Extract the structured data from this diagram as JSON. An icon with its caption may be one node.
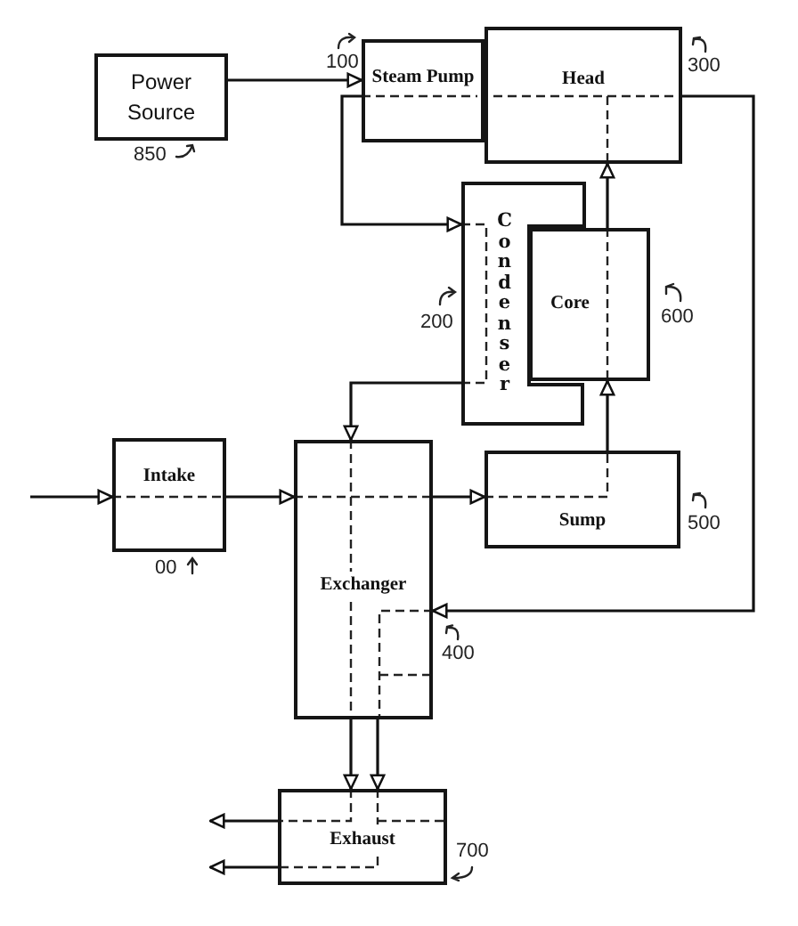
{
  "diagram": {
    "nodes": [
      {
        "text": [
          "Power Source"
        ],
        "beside": [
          "850"
        ]
      },
      {
        "text": [
          "Steam Pump"
        ],
        "beside": [
          "100"
        ]
      },
      {
        "text": [
          "Head"
        ],
        "beside": [
          "300"
        ]
      },
      {
        "text": [
          "Condenser"
        ],
        "beside": [
          "200"
        ]
      },
      {
        "text": [
          "Core"
        ],
        "beside": [
          "600"
        ]
      },
      {
        "text": [
          "Intake"
        ],
        "beside": [
          "00"
        ]
      },
      {
        "text": [
          "Exchanger"
        ],
        "beside": [
          "400"
        ]
      },
      {
        "text": [
          "Sump"
        ],
        "beside": [
          "500"
        ]
      },
      {
        "text": [
          "Exhaust"
        ],
        "beside": [
          "700"
        ]
      }
    ],
    "edges": [
      {
        "from": 0,
        "to": 1,
        "arrow": "to"
      },
      {
        "from": 1,
        "to": 3,
        "arrow": "to"
      },
      {
        "from": 2,
        "to": 6,
        "arrow": "to"
      },
      {
        "from": 4,
        "to": 2,
        "arrow": "to"
      },
      {
        "from": 7,
        "to": 4,
        "arrow": "to"
      },
      {
        "from": 3,
        "to": 6,
        "arrow": "to"
      },
      {
        "from": null,
        "to": 5,
        "arrow": "to"
      },
      {
        "from": 5,
        "to": 6,
        "arrow": "to"
      },
      {
        "from": 6,
        "to": 7,
        "arrow": "to"
      },
      {
        "from": 6,
        "to": 8,
        "arrow": "to"
      },
      {
        "from": 6,
        "to": 8,
        "arrow": "to"
      },
      {
        "from": 8,
        "to": null,
        "arrow": "to"
      },
      {
        "from": 8,
        "to": null,
        "arrow": "to"
      }
    ]
  }
}
